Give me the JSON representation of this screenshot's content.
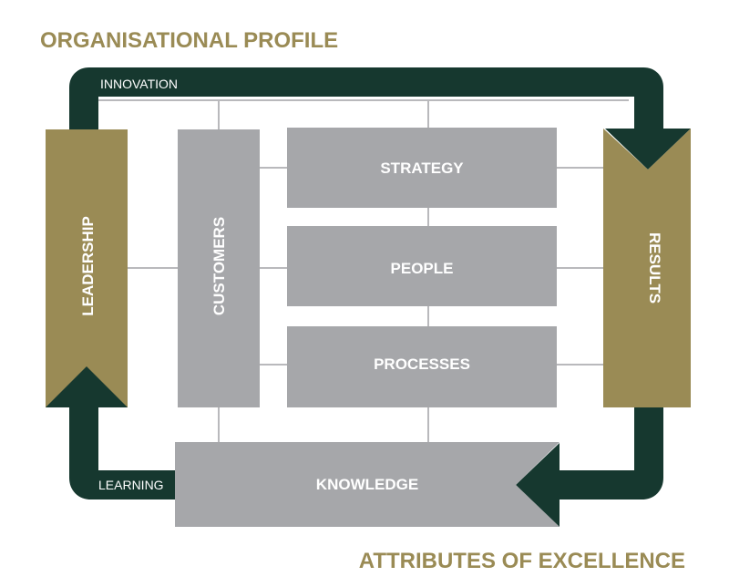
{
  "diagram": {
    "title_top": "ORGANISATIONAL PROFILE",
    "title_bottom": "ATTRIBUTES OF EXCELLENCE",
    "loop_labels": {
      "innovation": "INNOVATION",
      "learning": "LEARNING"
    },
    "boxes": {
      "leadership": "LEADERSHIP",
      "customers": "CUSTOMERS",
      "strategy": "STRATEGY",
      "people": "PEOPLE",
      "processes": "PROCESSES",
      "knowledge": "KNOWLEDGE",
      "results": "RESULTS"
    },
    "colors": {
      "gold": "#9a8b55",
      "dark_green": "#16382f",
      "gray": "#a6a7aa",
      "connector": "#b9b9bc"
    }
  }
}
